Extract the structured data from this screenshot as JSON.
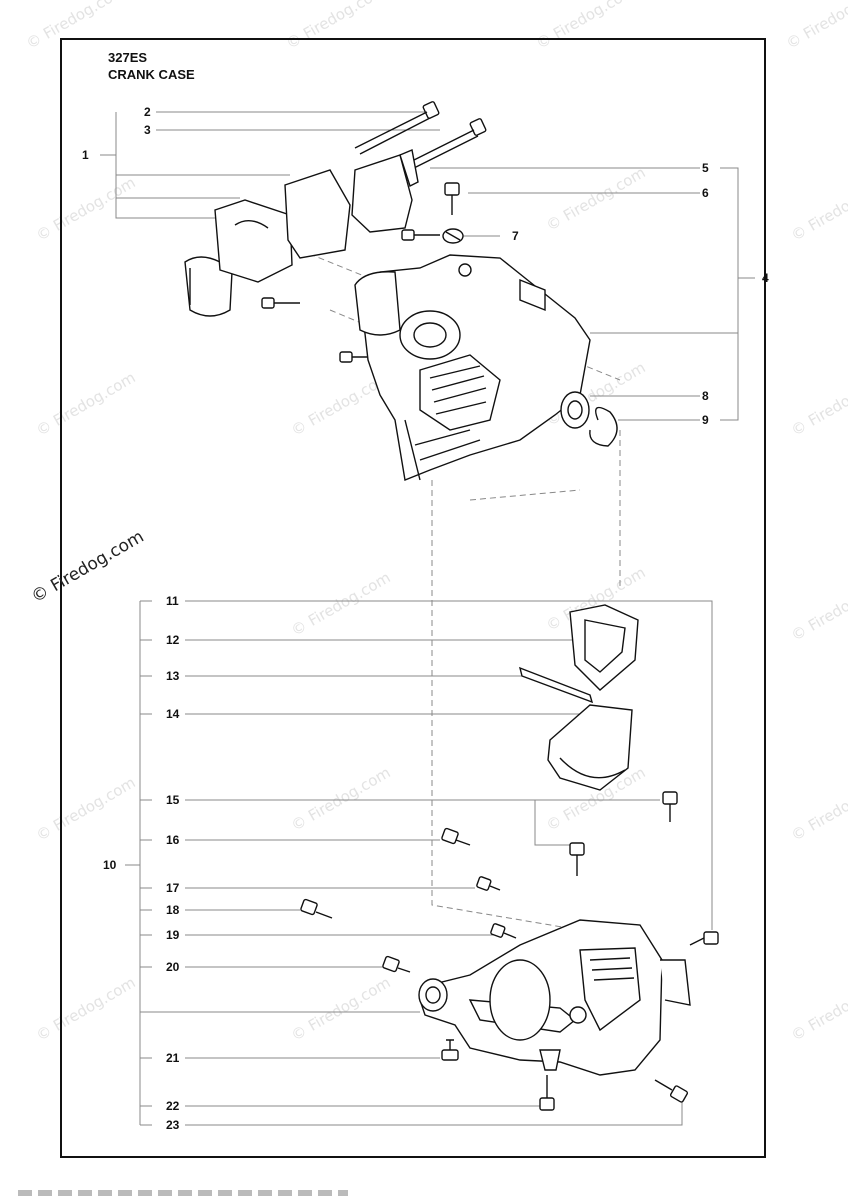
{
  "watermark": "© Firedog.com",
  "header": {
    "model": "327ES",
    "section": "CRANK CASE"
  },
  "callouts": [
    "1",
    "2",
    "3",
    "4",
    "5",
    "6",
    "7",
    "8",
    "9",
    "10",
    "11",
    "12",
    "13",
    "14",
    "15",
    "16",
    "17",
    "18",
    "19",
    "20",
    "21",
    "22",
    "23"
  ],
  "colors": {
    "line": "#111111",
    "leader": "#777777",
    "watermark": "#e3e3e3"
  }
}
